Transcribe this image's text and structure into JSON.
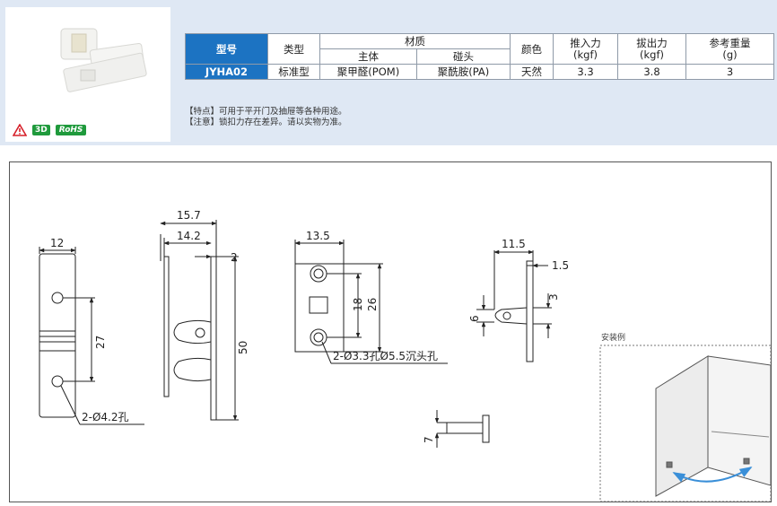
{
  "table": {
    "headers": {
      "model": "型号",
      "type": "类型",
      "material": "材质",
      "material_body": "主体",
      "material_head": "碰头",
      "color": "颜色",
      "push_force": "推入力",
      "push_unit": "(kgf)",
      "pull_force": "拔出力",
      "pull_unit": "(kgf)",
      "weight": "参考重量",
      "weight_unit": "(g)"
    },
    "row": {
      "model": "JYHA02",
      "type": "标准型",
      "body_material": "聚甲醛(POM)",
      "head_material": "聚酰胺(PA)",
      "color": "天然",
      "push": "3.3",
      "pull": "3.8",
      "weight": "3"
    }
  },
  "notes": {
    "feature": "【特点】可用于平开门及抽屉等各种用途。",
    "caution": "【注意】锁扣力存在差异。请以实物为准。"
  },
  "badges": {
    "three_d": "3D",
    "rohs": "RoHS"
  },
  "dimensions": {
    "front_width": "12",
    "front_pitch": "27",
    "front_hole": "2-Ø4.2孔",
    "side_total": "15.7",
    "side_inner": "14.2",
    "side_thick": "2",
    "side_height": "50",
    "plate_width": "13.5",
    "plate_pitch": "18",
    "plate_height": "26",
    "plate_hole": "2-Ø3.3孔Ø5.5沉头孔",
    "striker_length": "11.5",
    "striker_thick": "1.5",
    "striker_head": "3",
    "striker_width": "6",
    "bottom_dim": "7"
  },
  "install_label": "安装例",
  "colors": {
    "accent": "#1c73c2",
    "band": "#dfe8f4",
    "badge": "#1f9a3c",
    "arrow": "#3a8fd8"
  }
}
